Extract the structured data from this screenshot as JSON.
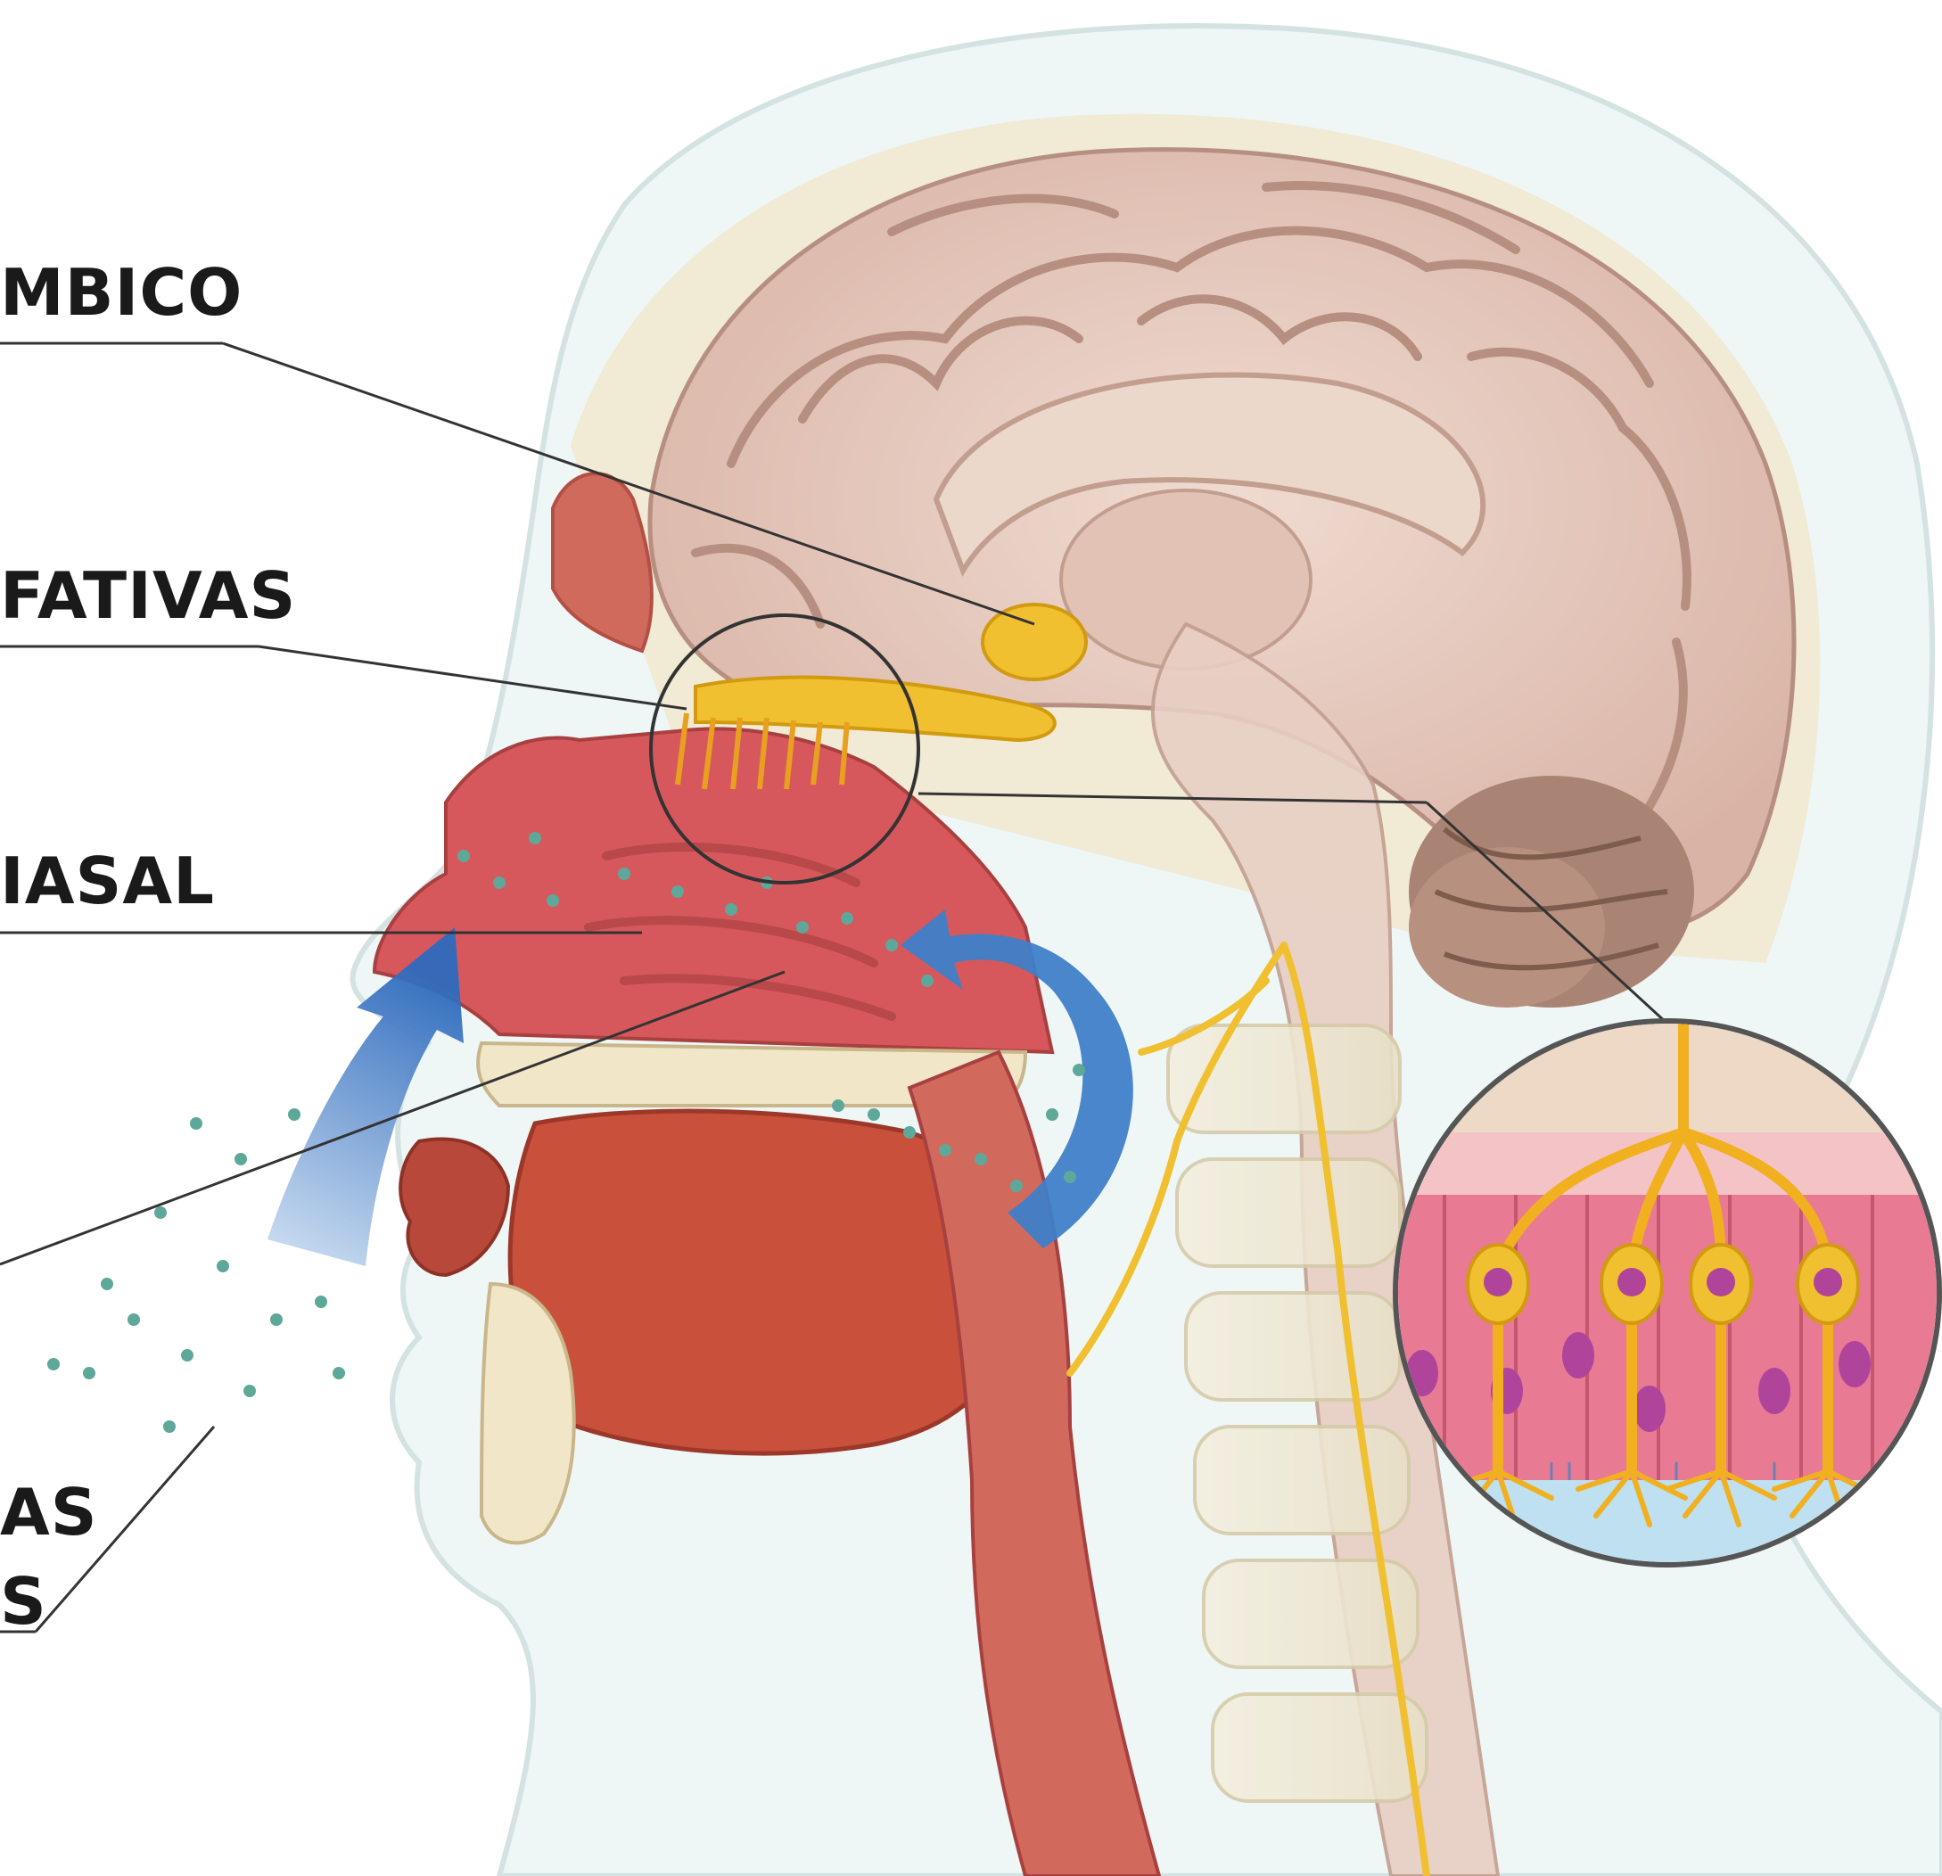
{
  "labels": {
    "limbico": "MBICO",
    "olfativas": "FATIVAS",
    "nasal": "IASAL",
    "odorantes_1": "AS",
    "odorantes_2": "S"
  },
  "colors": {
    "skin": "#eef6f6",
    "brain": "#e6c9bd",
    "brain_fold": "#b78f80",
    "cerebellum": "#a98373",
    "muscle": "#c9503b",
    "nasal_mucosa": "#d6585c",
    "nerve": "#f0c030",
    "bone": "#f2e6c8",
    "airflow": "#3f7fc8",
    "particles": "#5ea89a",
    "cell": "#e87a93",
    "nucleus": "#b0449a",
    "leader_line": "#333333"
  },
  "icons": {
    "airflow_in": "blue-airflow-arrow",
    "airflow_retronasal": "blue-curved-arrow",
    "magnifier": "olfactory-epithelium-magnified-circle"
  }
}
